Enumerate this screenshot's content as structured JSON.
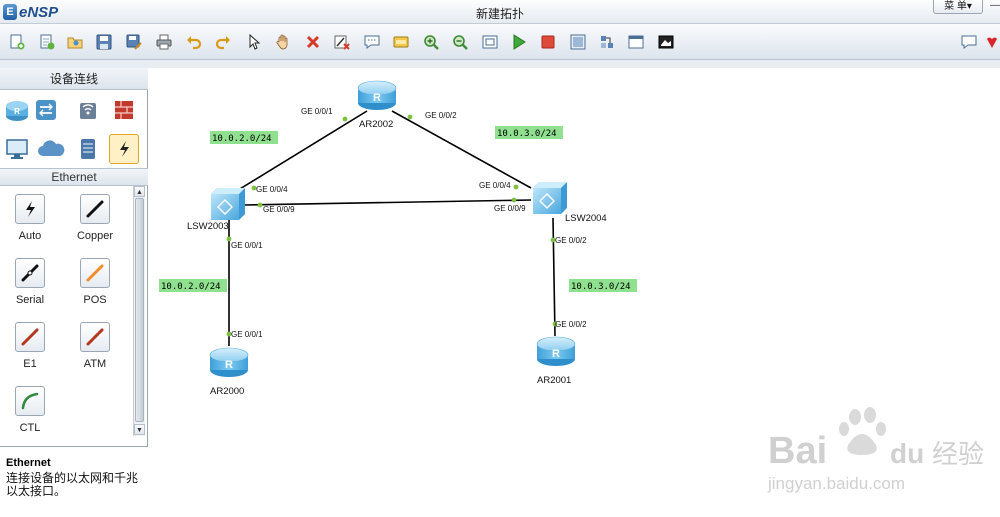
{
  "app": {
    "logo_text": "eNSP",
    "title": "新建拓扑",
    "menu_label": "菜 单▾",
    "minimize_label": "—"
  },
  "toolbar": {
    "buttons": [
      {
        "name": "new-topology-button",
        "icon": "new-topology-icon"
      },
      {
        "name": "new-example-button",
        "icon": "new-example-icon"
      },
      {
        "name": "open-button",
        "icon": "open-folder-icon"
      },
      {
        "name": "save-button",
        "icon": "save-icon"
      },
      {
        "name": "save-as-button",
        "icon": "save-as-icon"
      },
      {
        "name": "print-button",
        "icon": "print-icon"
      },
      {
        "name": "undo-button",
        "icon": "undo-icon"
      },
      {
        "name": "redo-button",
        "icon": "redo-icon"
      },
      {
        "name": "select-button",
        "icon": "pointer-icon"
      },
      {
        "name": "pan-button",
        "icon": "hand-icon"
      },
      {
        "name": "delete-button",
        "icon": "delete-icon"
      },
      {
        "name": "delete-link-button",
        "icon": "delete-link-icon"
      },
      {
        "name": "text-button",
        "icon": "text-comment-icon"
      },
      {
        "name": "palette-button",
        "icon": "palette-icon"
      },
      {
        "name": "zoom-in-button",
        "icon": "zoom-in-icon"
      },
      {
        "name": "zoom-out-button",
        "icon": "zoom-out-icon"
      },
      {
        "name": "fit-button",
        "icon": "fit-icon"
      },
      {
        "name": "start-button",
        "icon": "play-icon"
      },
      {
        "name": "stop-button",
        "icon": "stop-icon"
      },
      {
        "name": "cli-button",
        "icon": "cli-icon"
      },
      {
        "name": "topo-button",
        "icon": "topo-icon"
      },
      {
        "name": "panel-button",
        "icon": "panel-icon"
      },
      {
        "name": "capture-button",
        "icon": "capture-icon"
      },
      {
        "name": "chat-button",
        "icon": "chat-icon"
      },
      {
        "name": "huawei-button",
        "icon": "huawei-icon"
      }
    ]
  },
  "panel": {
    "header": "设备连线",
    "categories": [
      {
        "name": "router-category",
        "icon": "router-icon"
      },
      {
        "name": "switch-category",
        "icon": "switch-icon"
      },
      {
        "name": "wireless-category",
        "icon": "wireless-icon"
      },
      {
        "name": "firewall-category",
        "icon": "firewall-icon"
      },
      {
        "name": "pc-category",
        "icon": "pc-icon"
      },
      {
        "name": "cloud-category",
        "icon": "cloud-icon"
      },
      {
        "name": "server-category",
        "icon": "server-icon"
      },
      {
        "name": "link-category",
        "icon": "link-icon",
        "active": true
      }
    ],
    "section_title": "Ethernet",
    "cables": [
      {
        "label": "Auto",
        "icon": "auto-cable-icon",
        "color": "#111111"
      },
      {
        "label": "Copper",
        "icon": "copper-cable-icon",
        "color": "#111111"
      },
      {
        "label": "Serial",
        "icon": "serial-cable-icon",
        "color": "#111111"
      },
      {
        "label": "POS",
        "icon": "pos-cable-icon",
        "color": "#f28c28"
      },
      {
        "label": "E1",
        "icon": "e1-cable-icon",
        "color": "#b5381e"
      },
      {
        "label": "ATM",
        "icon": "atm-cable-icon",
        "color": "#b5381e"
      },
      {
        "label": "CTL",
        "icon": "ctl-cable-icon",
        "color": "#2f8a3f"
      }
    ],
    "description": {
      "title": "Ethernet",
      "text": "连接设备的以太网和千兆以太接口。"
    }
  },
  "topology": {
    "devices": [
      {
        "id": "AR2002",
        "label": "AR2002",
        "type": "router"
      },
      {
        "id": "LSW2003",
        "label": "LSW2003",
        "type": "switch"
      },
      {
        "id": "LSW2004",
        "label": "LSW2004",
        "type": "switch"
      },
      {
        "id": "AR2000",
        "label": "AR2000",
        "type": "router"
      },
      {
        "id": "AR2001",
        "label": "AR2001",
        "type": "router"
      }
    ],
    "ports": {
      "ar2002_a": "GE 0/0/1",
      "ar2002_b": "GE 0/0/2",
      "lsw2003_a": "GE 0/0/4",
      "lsw2003_b": "GE 0/0/9",
      "lsw2003_c": "GE 0/0/1",
      "lsw2004_a": "GE 0/0/4",
      "lsw2004_b": "GE 0/0/9",
      "lsw2004_c": "GE 0/0/2",
      "ar2000_a": "GE 0/0/1",
      "ar2001_a": "GE 0/0/2"
    },
    "subnets": {
      "left_top": "10.0.2.0/24",
      "right_top": "10.0.3.0/24",
      "left_bottom": "10.0.2.0/24",
      "right_bottom": "10.0.3.0/24"
    },
    "colors": {
      "link": "#000000",
      "port_dot": "#7cc23f",
      "subnet_bg": "#8fe08f",
      "device": "#5bb8e8"
    }
  },
  "watermark": {
    "brand": "Bai",
    "brand2": "du",
    "chinese": "经验",
    "url": "jingyan.baidu.com"
  }
}
